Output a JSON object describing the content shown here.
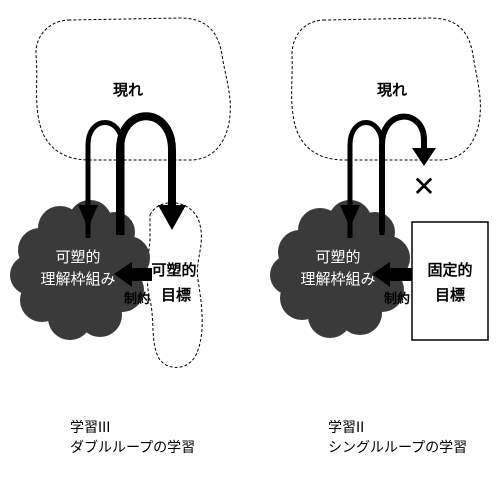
{
  "left_panel": {
    "appearance_label": "現れ",
    "framework_label_line1": "可塑的",
    "framework_label_line2": "理解枠組み",
    "goal_label_line1": "可塑的",
    "goal_label_line2": "目標",
    "constraint_label": "制約",
    "caption_line1": "学習III",
    "caption_line2": "ダブルループの学習"
  },
  "right_panel": {
    "appearance_label": "現れ",
    "framework_label_line1": "可塑的",
    "framework_label_line2": "理解枠組み",
    "goal_label_line1": "固定的",
    "goal_label_line2": "目標",
    "constraint_label": "制約",
    "blocked_mark": "✕",
    "caption_line1": "学習II",
    "caption_line2": "シングルループの学習"
  }
}
